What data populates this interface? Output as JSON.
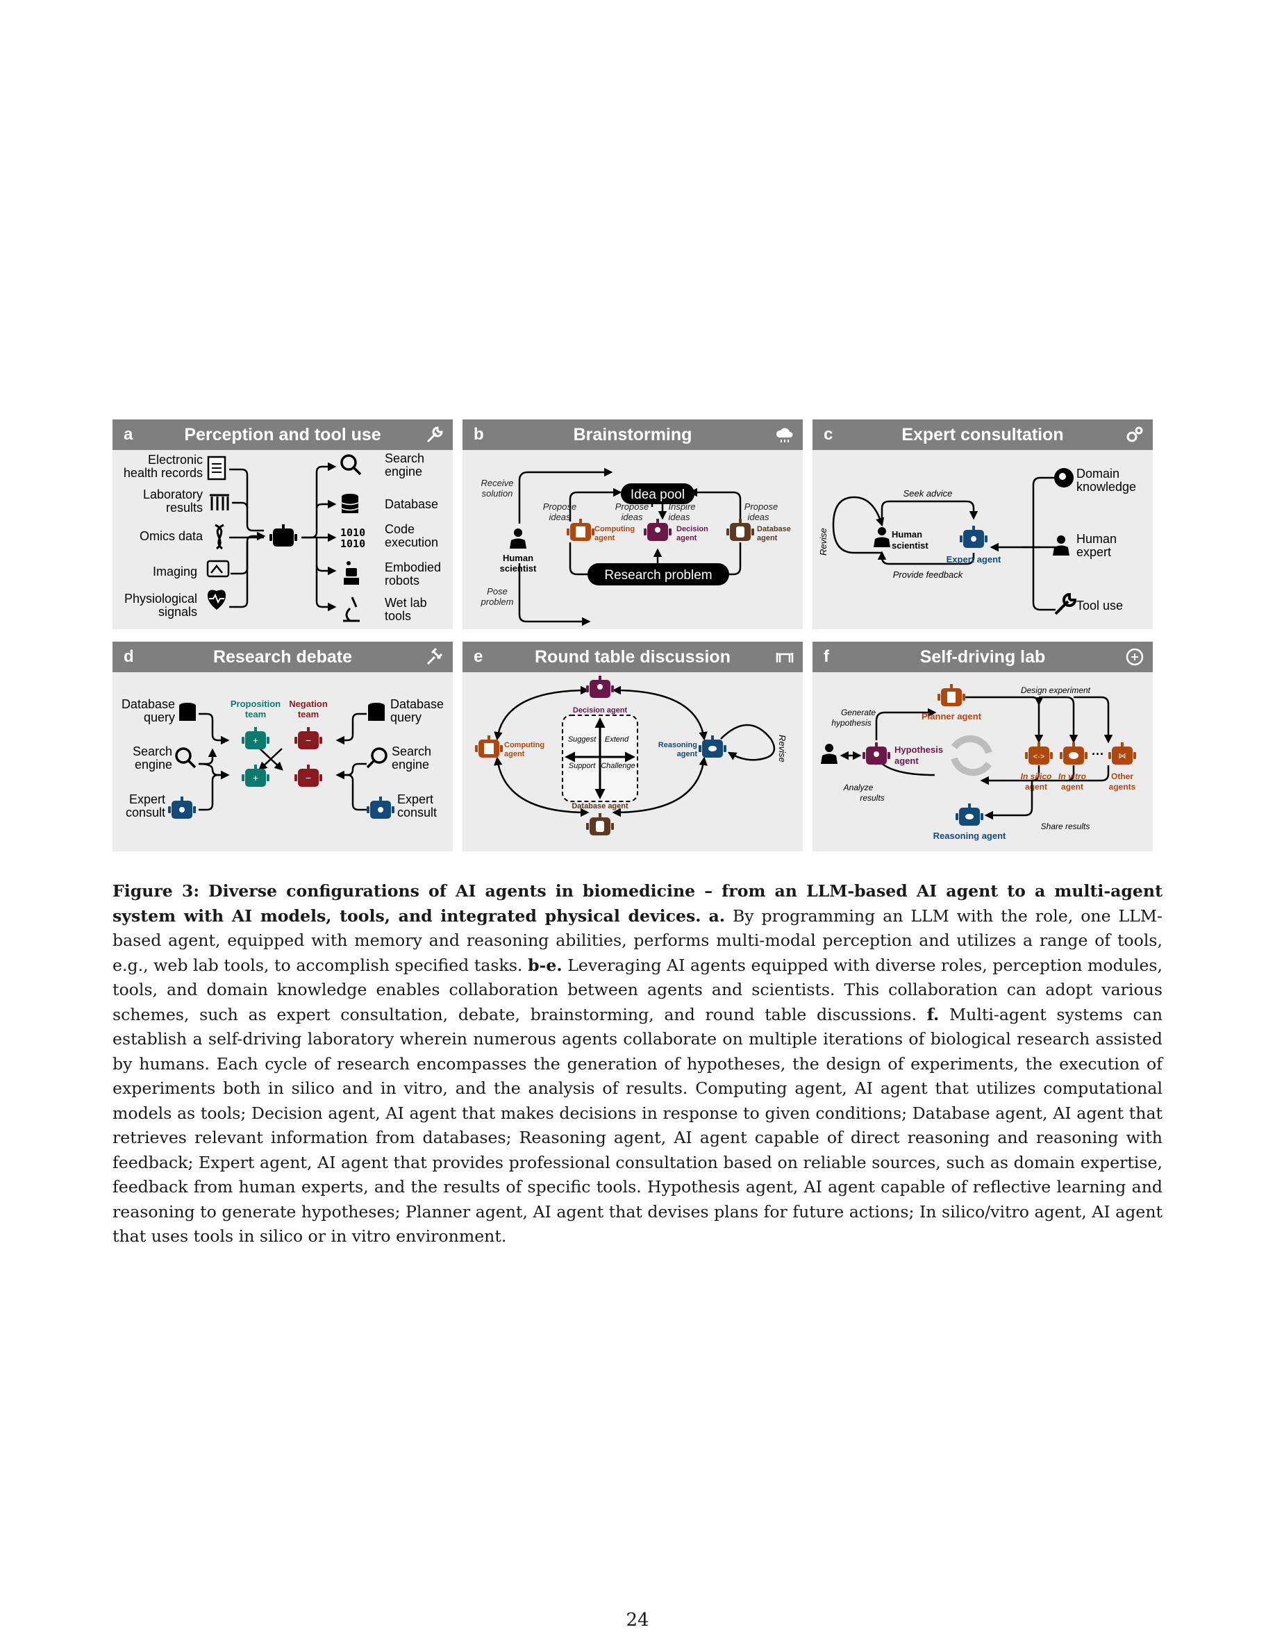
{
  "colors": {
    "panel_header": "#7f7f7f",
    "panel_bg": "#ececec",
    "computing": "#b0480e",
    "decision": "#6b1847",
    "database": "#5c3a24",
    "reasoning": "#134a78",
    "proposition": "#0c7a6f",
    "negation": "#8b1a1f",
    "expert": "#134a78"
  },
  "panels": {
    "a": {
      "letter": "a",
      "title": "Perception and tool use",
      "icon": "wrench-icon",
      "inputs": [
        "Electronic",
        "health records",
        "Laboratory",
        "results",
        "Omics data",
        "Imaging",
        "Physiological",
        "signals"
      ],
      "outputs": [
        "Search",
        "engine",
        "Database",
        "Code",
        "execution",
        "Embodied",
        "robots",
        "Wet lab",
        "tools"
      ]
    },
    "b": {
      "letter": "b",
      "title": "Brainstorming",
      "icon": "cloud-icon",
      "idea_pool": "Idea pool",
      "research_problem": "Research problem",
      "receive": [
        "Receive",
        "solution"
      ],
      "pose": [
        "Pose",
        "problem"
      ],
      "human": [
        "Human",
        "scientist"
      ],
      "propose_left": [
        "Propose",
        "ideas"
      ],
      "propose_mid": [
        "Propose",
        "ideas"
      ],
      "inspire": [
        "Inspire",
        "ideas"
      ],
      "propose_right": [
        "Propose",
        "ideas"
      ],
      "computing": [
        "Computing",
        "agent"
      ],
      "decision": [
        "Decision",
        "agent"
      ],
      "database": [
        "Database",
        "agent"
      ]
    },
    "c": {
      "letter": "c",
      "title": "Expert consultation",
      "icon": "gears-icon",
      "seek": "Seek advice",
      "feedback": "Provide feedback",
      "revise": "Revise",
      "human": [
        "Human",
        "scientist"
      ],
      "expert_agent": "Expert agent",
      "domain": [
        "Domain",
        "knowledge"
      ],
      "human_expert": [
        "Human",
        "expert"
      ],
      "tool_use": "Tool use"
    },
    "d": {
      "letter": "d",
      "title": "Research debate",
      "icon": "gavel-icon",
      "left": [
        "Database",
        "query",
        "Search",
        "engine",
        "Expert",
        "consult"
      ],
      "right": [
        "Database",
        "query",
        "Search",
        "engine",
        "Expert",
        "consult"
      ],
      "proposition": [
        "Proposition",
        "team"
      ],
      "negation": [
        "Negation",
        "team"
      ]
    },
    "e": {
      "letter": "e",
      "title": "Round table discussion",
      "icon": "table-icon",
      "decision": "Decision agent",
      "database": "Database agent",
      "computing": [
        "Computing",
        "agent"
      ],
      "reasoning": [
        "Reasoning",
        "agent"
      ],
      "suggest": "Suggest",
      "extend": "Extend",
      "support": "Support",
      "challenge": "Challenge",
      "revise": "Revise"
    },
    "f": {
      "letter": "f",
      "title": "Self-driving lab",
      "icon": "brain-icon",
      "design": "Design experiment",
      "planner": "Planner agent",
      "generate": [
        "Generate",
        "hypothesis"
      ],
      "hypothesis": [
        "Hypothesis",
        "agent"
      ],
      "analyze": [
        "Analyze",
        "results"
      ],
      "reasoning": "Reasoning agent",
      "share": "Share results",
      "insilico": [
        "In silico",
        "agent"
      ],
      "invitro": [
        "In vitro",
        "agent"
      ],
      "other": [
        "Other",
        "agents"
      ]
    }
  },
  "caption": {
    "label": "Figure 3: Diverse configurations of AI agents in biomedicine – from an LLM-based AI agent to a multi-agent system with AI models, tools, and integrated physical devices.",
    "a_label": "a.",
    "a_text": "By programming an LLM with the role, one LLM-based agent, equipped with memory and reasoning abilities, performs multi-modal perception and utilizes a range of tools, e.g., web lab tools, to accomplish specified tasks.",
    "be_label": "b-e.",
    "be_text": "Leveraging AI agents equipped with diverse roles, perception modules, tools, and domain knowledge enables collaboration between agents and scientists. This collaboration can adopt various schemes, such as expert consultation, debate, brainstorming, and round table discussions.",
    "f_label": "f.",
    "f_text": "Multi-agent systems can establish a self-driving laboratory wherein numerous agents collaborate on multiple iterations of biological research assisted by humans. Each cycle of research encompasses the generation of hypotheses, the design of experiments, the execution of experiments both in silico and in vitro, and the analysis of results. Computing agent, AI agent that utilizes computational models as tools; Decision agent, AI agent that makes decisions in response to given conditions; Database agent, AI agent that retrieves relevant information from databases; Reasoning agent, AI agent capable of direct reasoning and reasoning with feedback; Expert agent, AI agent that provides professional consultation based on reliable sources, such as domain expertise, feedback from human experts, and the results of specific tools. Hypothesis agent, AI agent capable of reflective learning and reasoning to generate hypotheses; Planner agent, AI agent that devises plans for future actions; In silico/vitro agent, AI agent that uses tools in silico or in vitro environment."
  },
  "page_number": "24"
}
